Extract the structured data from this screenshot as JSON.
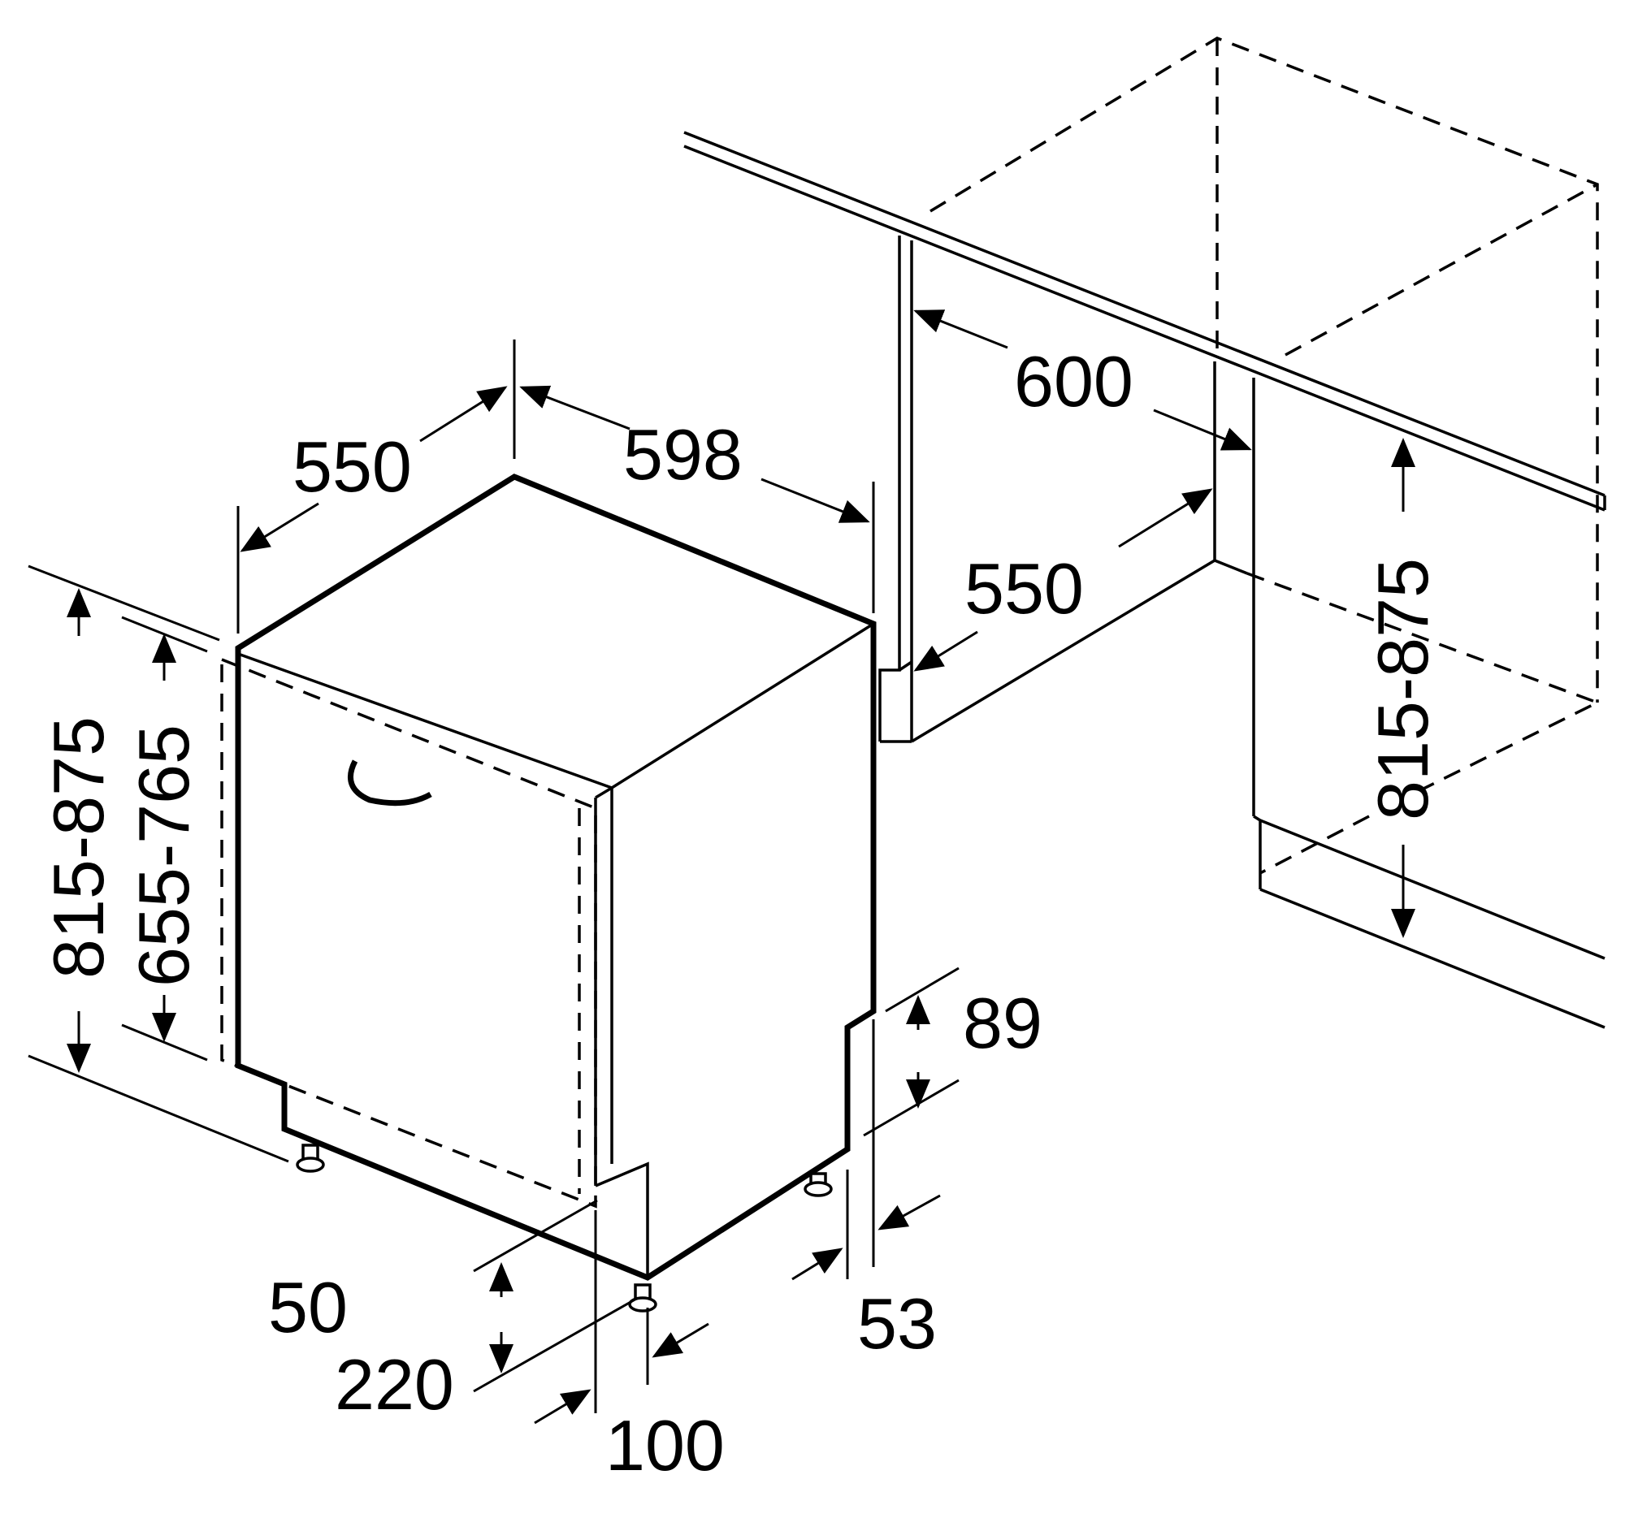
{
  "diagram": {
    "colors": {
      "line": "#000000",
      "background": "#ffffff"
    },
    "labels": {
      "depth_550": "550",
      "width_598": "598",
      "niche_width_600": "600",
      "niche_depth_550": "550",
      "niche_height_815_875": "815-875",
      "height_815_875": "815-875",
      "door_height_655_765": "655-765",
      "plinth_89": "89",
      "plinth_53": "53",
      "foot_50": "50",
      "foot_220": "220",
      "foot_100": "100"
    }
  }
}
